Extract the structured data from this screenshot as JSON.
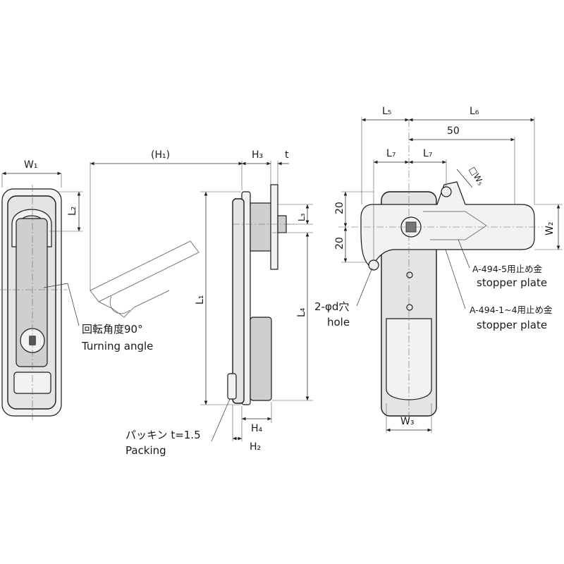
{
  "dimensions": {
    "W1": "W₁",
    "L2": "L₂",
    "H1": "(H₁)",
    "H3": "H₃",
    "t": "t",
    "L1": "L₁",
    "L3": "L₃",
    "L4": "L₄",
    "H4": "H₄",
    "H2": "H₂",
    "L5": "L₅",
    "L6": "L₆",
    "d50": "50",
    "L7a": "L₇",
    "L7b": "L₇",
    "W5": "□W₅",
    "d20a": "20",
    "d20b": "20",
    "W2": "W₂",
    "W3": "W₃"
  },
  "notes": {
    "turning_angle_jp": "回転角度90°",
    "turning_angle_en": "Turning angle",
    "packing_jp": "パッキン t=1.5",
    "packing_en": "Packing",
    "hole_jp": "2-φd穴",
    "hole_en": "hole",
    "stopper5_jp": "A-494-5用止め金",
    "stopper5_en": "stopper plate",
    "stopper14_jp": "A-494-1~4用止め金",
    "stopper14_en": "stopper plate"
  }
}
